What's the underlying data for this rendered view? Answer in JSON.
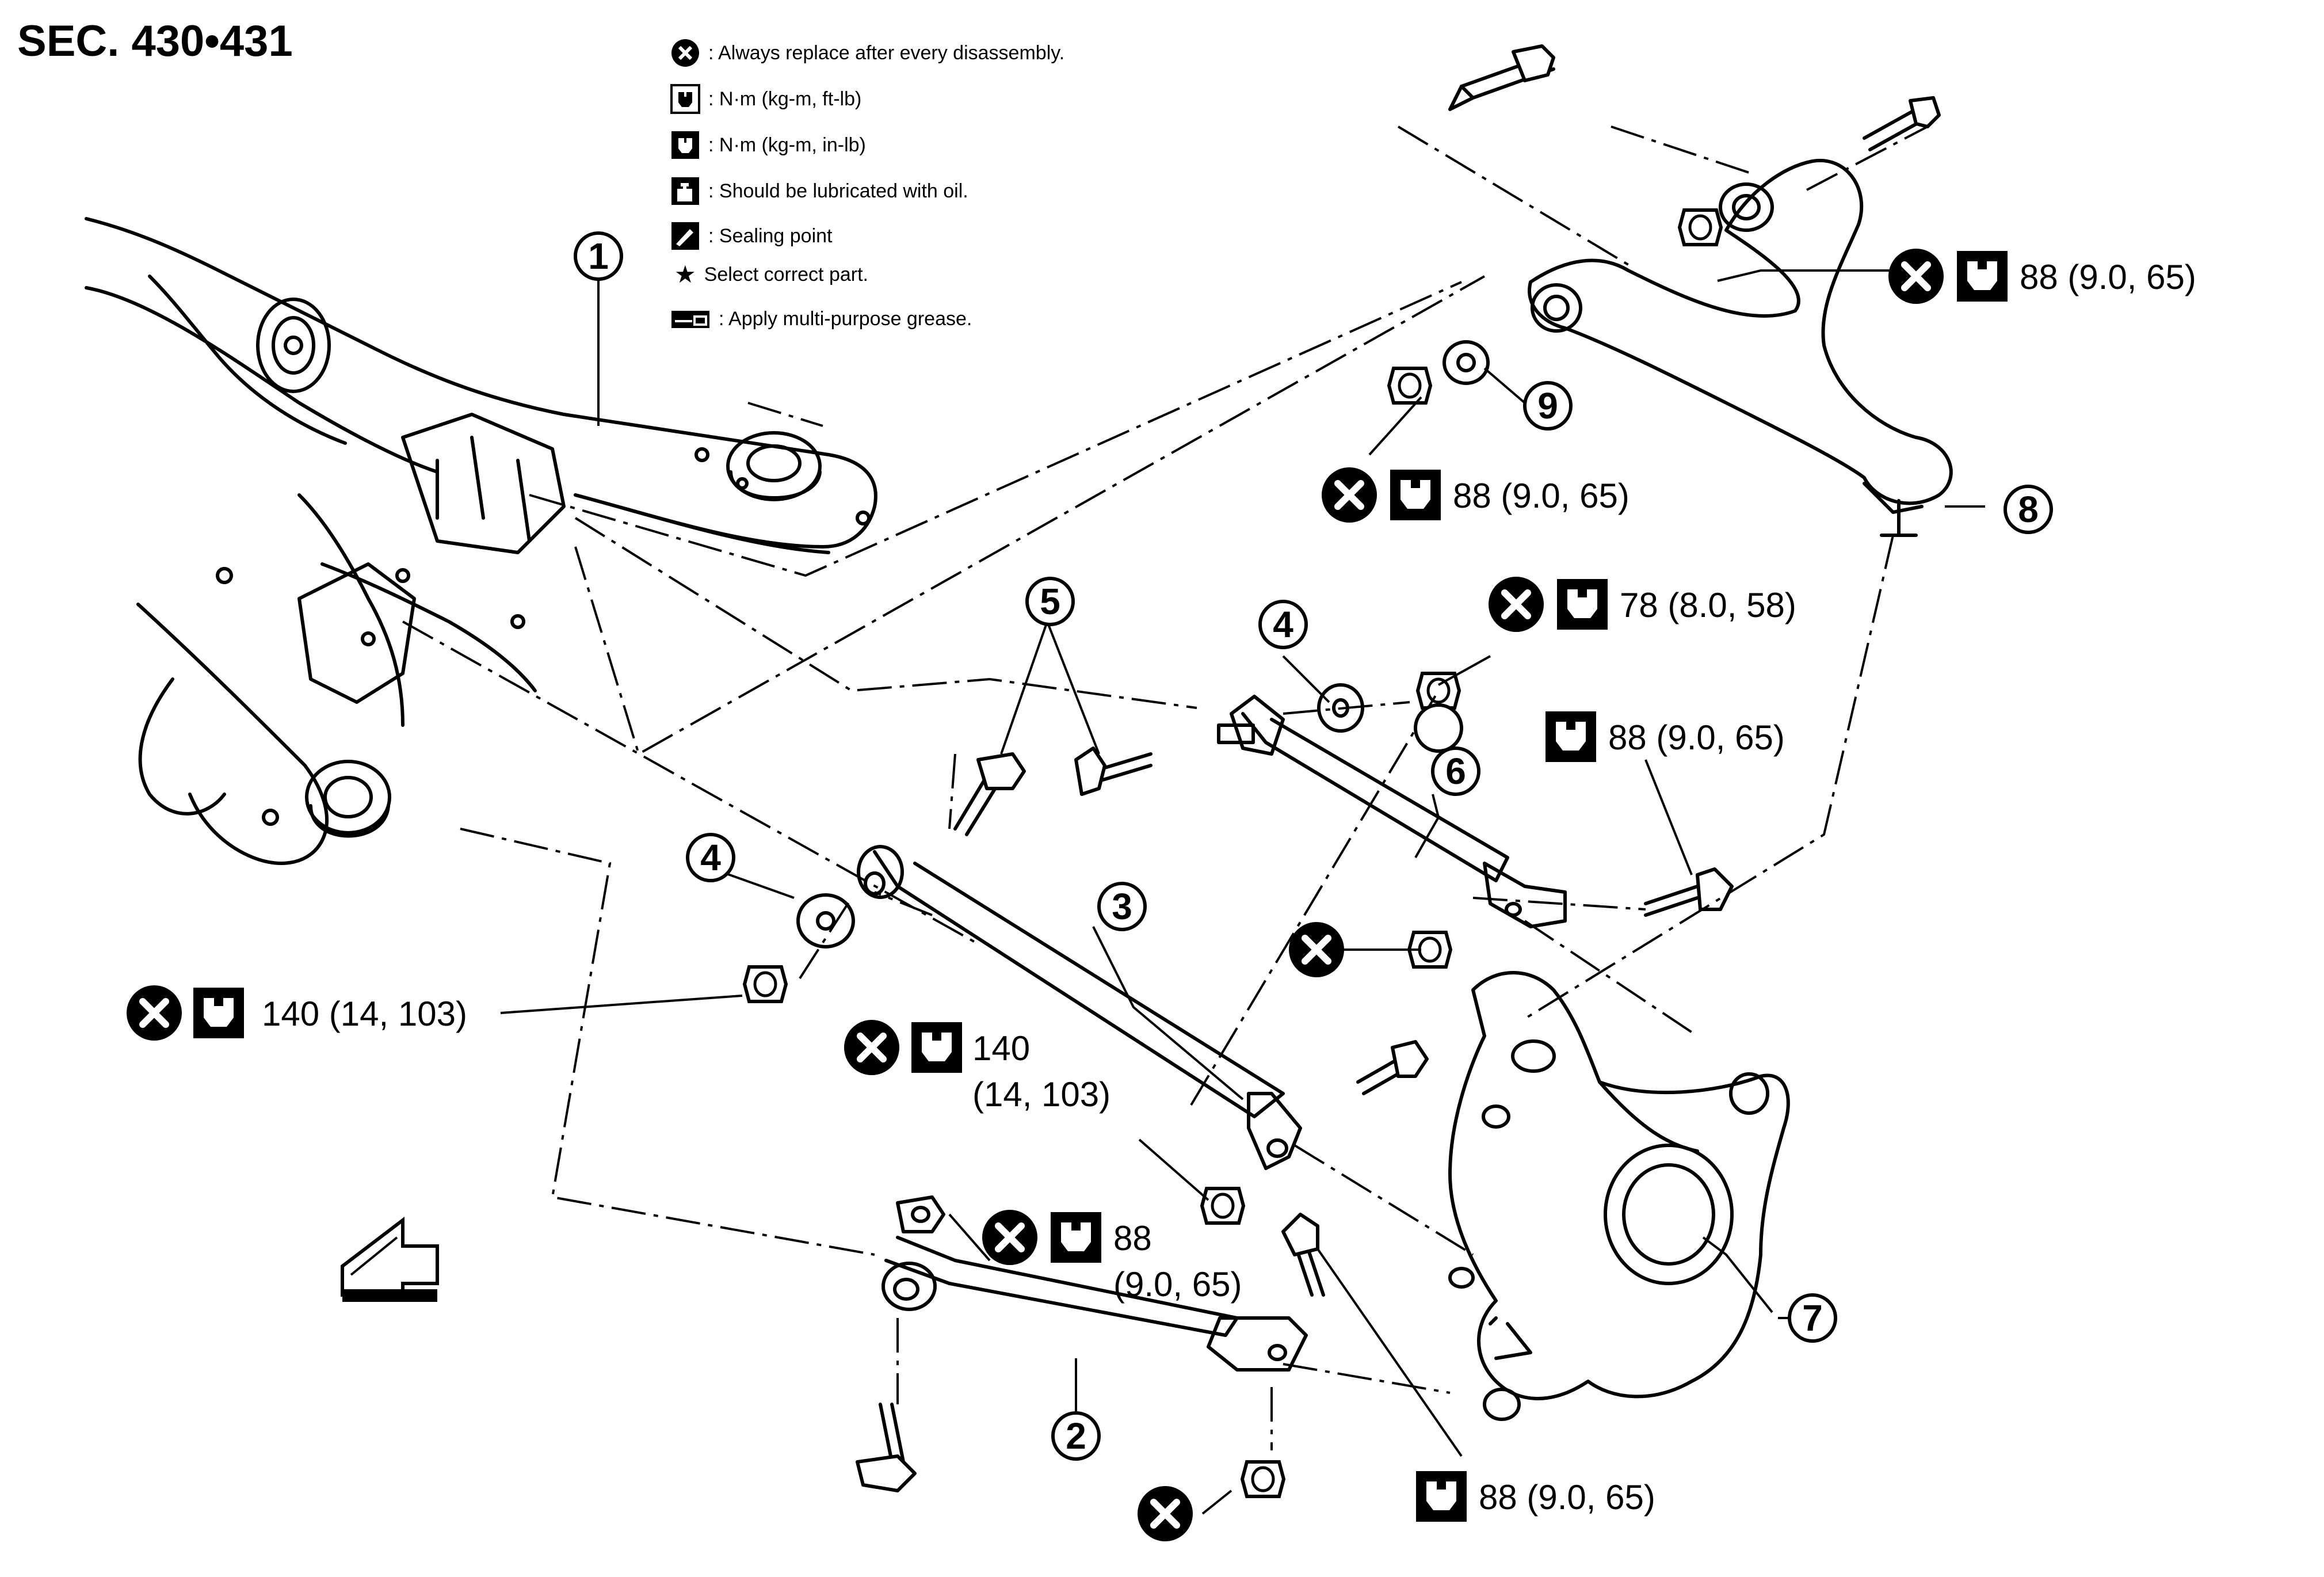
{
  "header": {
    "section": "SEC. 430•431"
  },
  "legend": [
    {
      "icon": "replace-x-icon",
      "text": ": Always replace after every disassembly."
    },
    {
      "icon": "torque-wrench-icon",
      "text": ": N·m (kg-m, ft-lb)"
    },
    {
      "icon": "torque-wrench-dark-icon",
      "text": ": N·m (kg-m, in-lb)"
    },
    {
      "icon": "oil-can-icon",
      "text": ": Should be lubricated with oil."
    },
    {
      "icon": "sealing-point-icon",
      "text": ": Sealing point"
    },
    {
      "icon": "star-icon",
      "text": "★",
      "text2": "Select correct part."
    },
    {
      "icon": "grease-icon",
      "text": ": Apply multi-purpose grease."
    }
  ],
  "callouts": {
    "c1": "1",
    "c2": "2",
    "c3": "3",
    "c4a": "4",
    "c4b": "4",
    "c5": "5",
    "c6": "6",
    "c7": "7",
    "c8": "8",
    "c9": "9"
  },
  "torques": {
    "t_upper_arm_bolt": "88 (9.0, 65)",
    "t_upper_arm_nut": "88 (9.0, 65)",
    "t_link6_front_nut": "78 (8.0, 58)",
    "t_link6_rear_bolt": "88 (9.0, 65)",
    "t_link3_front_nut": "140 (14, 103)",
    "t_link3_rear_nut_a": "140",
    "t_link3_rear_nut_b": "(14, 103)",
    "t_link2_front_a": "88",
    "t_link2_front_b": "(9.0, 65)",
    "t_link2_rear_bolt": "88 (9.0, 65)"
  },
  "colors": {
    "line": "#000000",
    "background": "#ffffff"
  }
}
